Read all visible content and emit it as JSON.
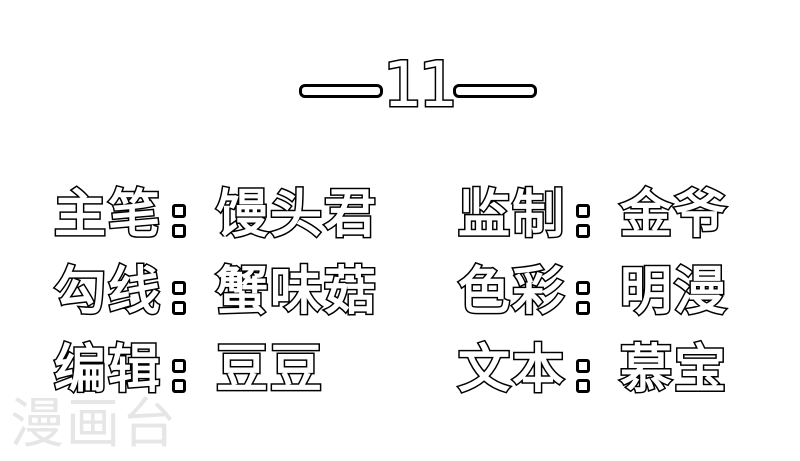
{
  "chapter": {
    "number": "11",
    "dash_left": "—",
    "dash_right": "—"
  },
  "credits": [
    {
      "label": "主笔",
      "colon": "：",
      "value": "馒头君"
    },
    {
      "label": "监制",
      "colon": "：",
      "value": "金爷"
    },
    {
      "label": "勾线",
      "colon": "：",
      "value": "蟹味菇"
    },
    {
      "label": "色彩",
      "colon": "：",
      "value": "明漫"
    },
    {
      "label": "编辑",
      "colon": "：",
      "value": "豆豆"
    },
    {
      "label": "文本",
      "colon": "：",
      "value": "慕宝"
    }
  ],
  "watermark": {
    "text": "漫画台",
    "color": "#e6e6e6"
  },
  "colors": {
    "background": "#ffffff",
    "text_fill": "#ffffff",
    "text_outline": "#000000"
  }
}
